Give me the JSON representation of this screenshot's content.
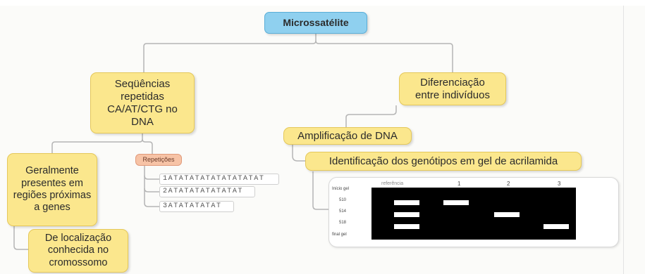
{
  "root": {
    "label": "Microssatélite"
  },
  "left_branch": {
    "label": "Seqüências repetidas CA/AT/CTG no DNA",
    "child_general": "Geralmente presentes em regiões próximas a genes",
    "child_location": "De localização conhecida no cromossomo",
    "repeats": {
      "label": "Repetições",
      "sequences": [
        "1ATATATATATATATATAT",
        "2ATATATATATATAT",
        "3ATATATATAT"
      ]
    }
  },
  "right_branch": {
    "label": "Diferenciação entre indivíduos",
    "child_amplification": "Amplificação de DNA",
    "child_identification": "Identificação dos genótipos em gel de acrilamida"
  },
  "gel": {
    "column_labels": [
      "referência",
      "1",
      "2",
      "3"
    ],
    "row_labels": [
      "Início gel",
      "510",
      "514",
      "518",
      "final gel"
    ],
    "bands": [
      {
        "lane": 0,
        "row": 1
      },
      {
        "lane": 0,
        "row": 2
      },
      {
        "lane": 0,
        "row": 3
      },
      {
        "lane": 1,
        "row": 1
      },
      {
        "lane": 2,
        "row": 2
      },
      {
        "lane": 3,
        "row": 3
      }
    ]
  },
  "colors": {
    "yellow_node": "#fbe78d",
    "blue_node": "#8fd0ef",
    "orange_node": "#f7c3a6",
    "connector": "#b5b5b5",
    "gel_background": "#000000",
    "band": "#ffffff"
  }
}
